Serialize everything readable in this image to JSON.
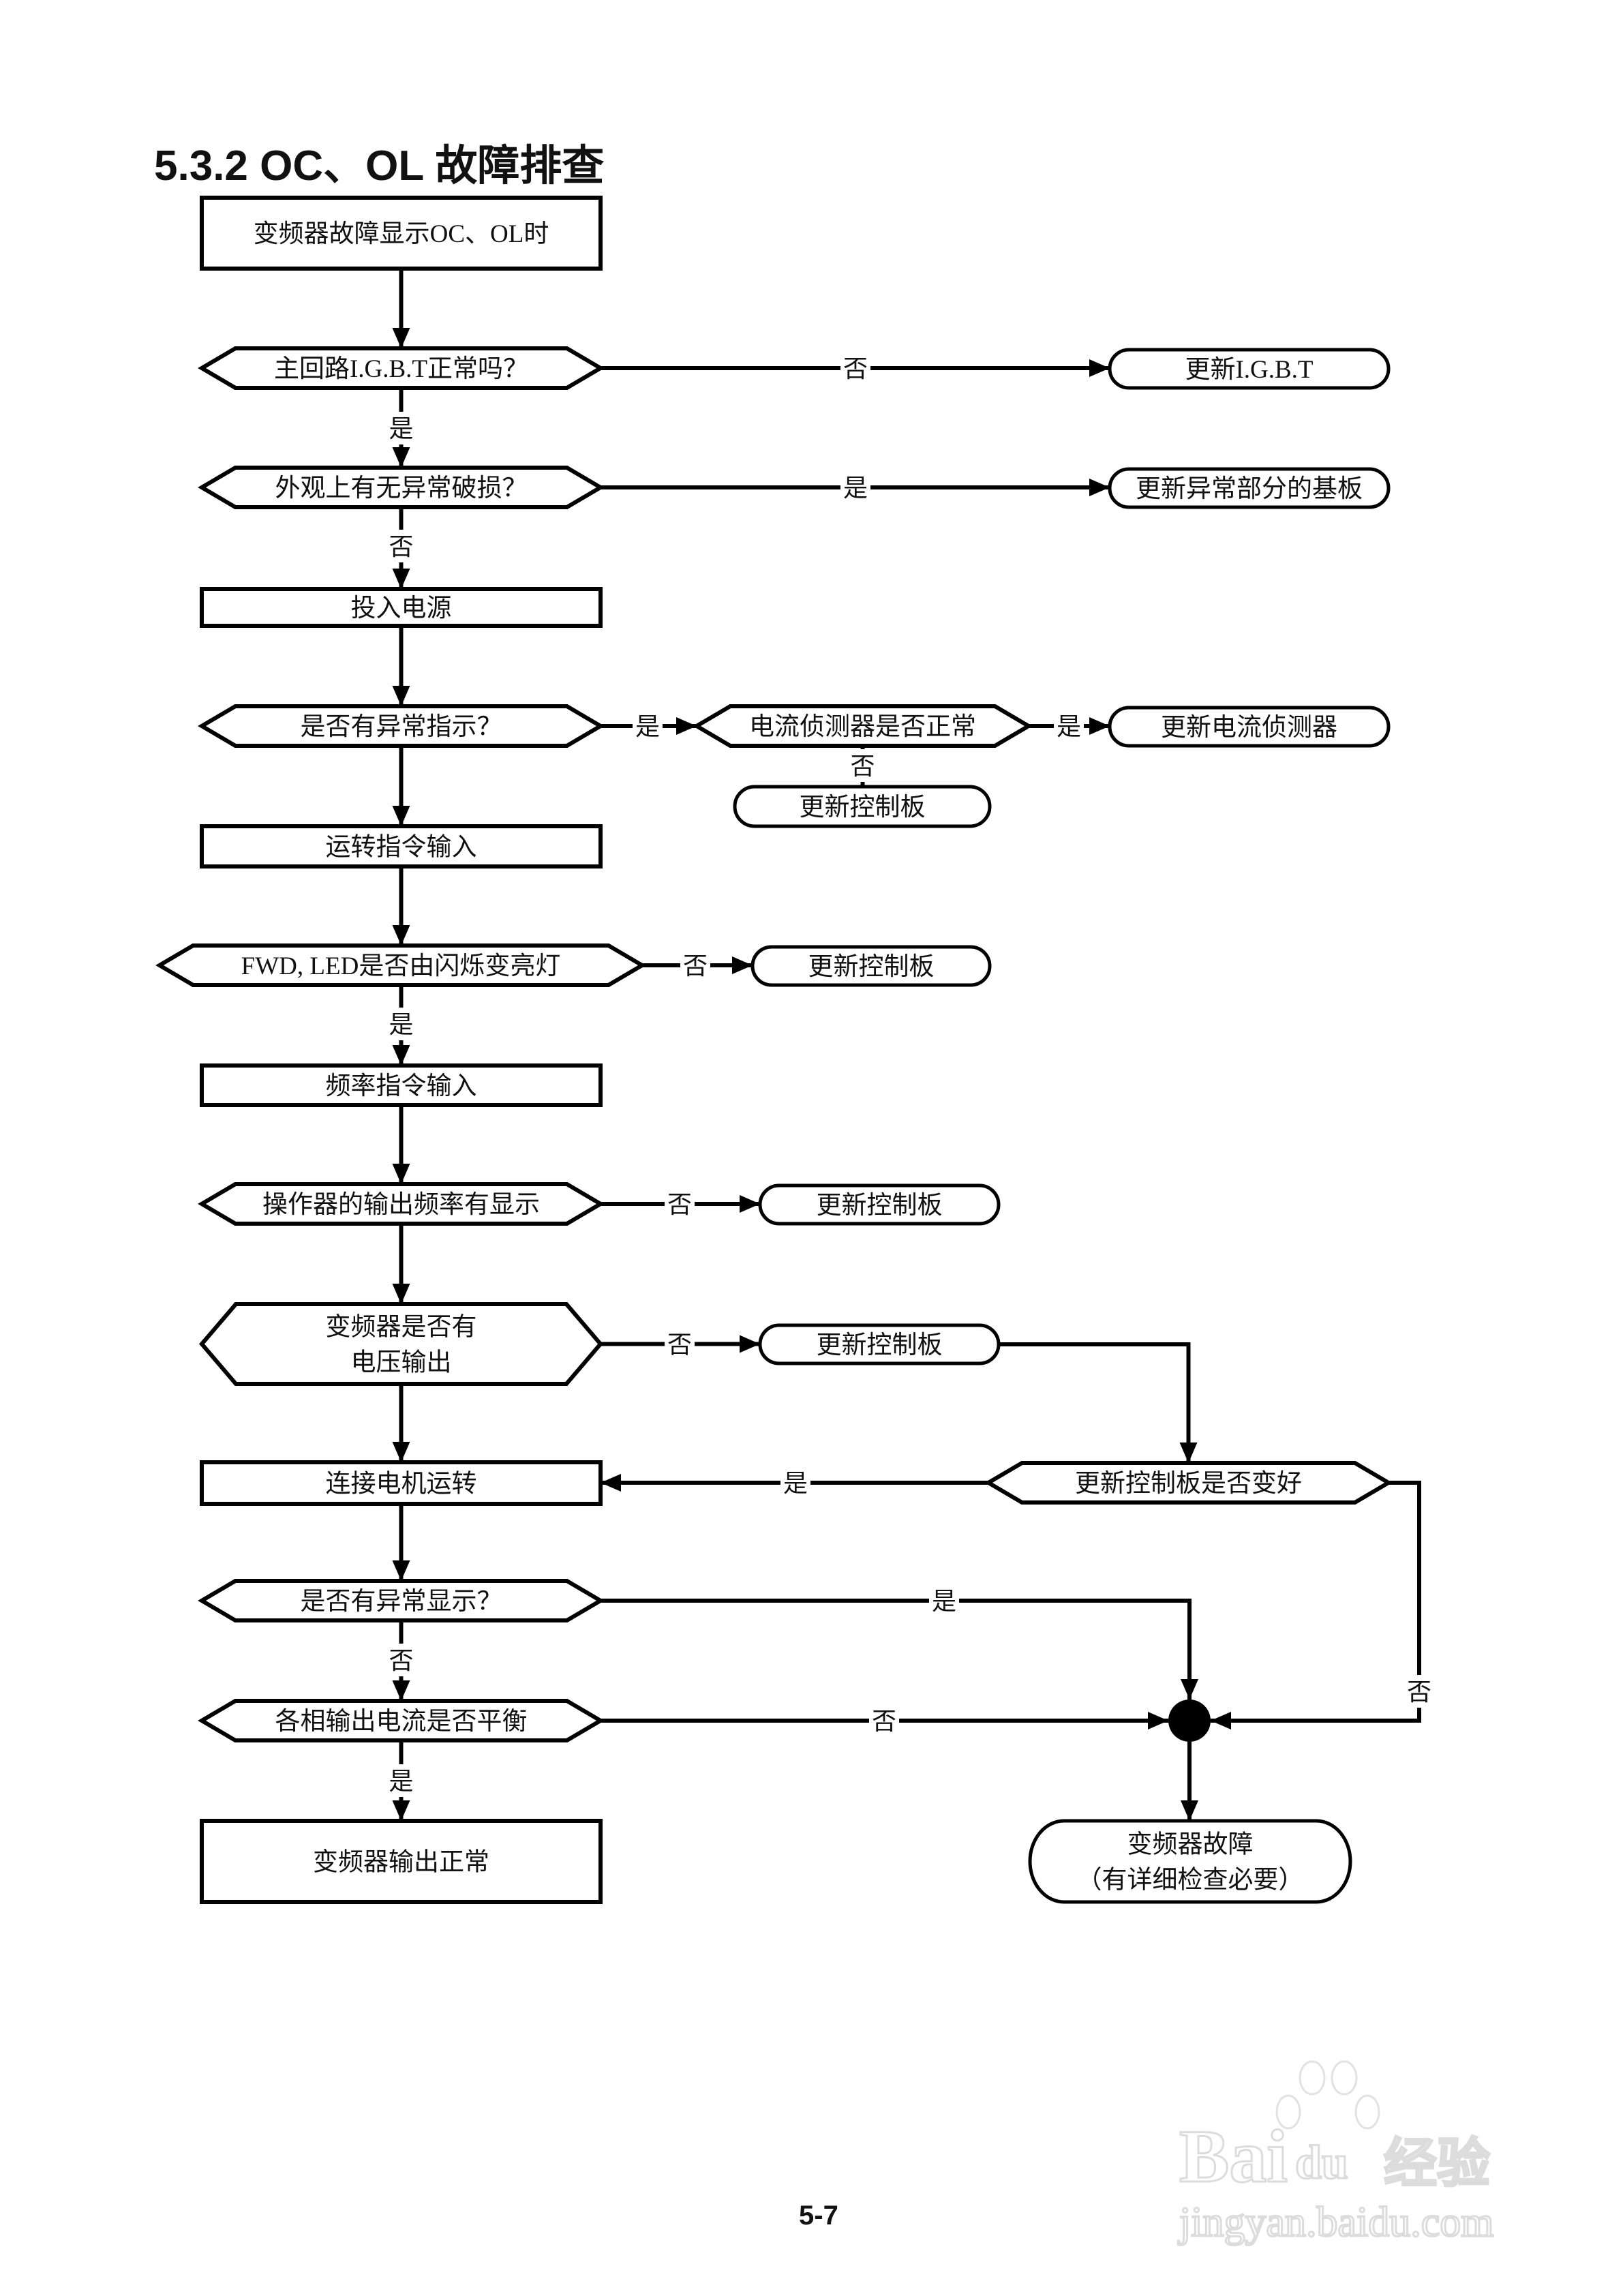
{
  "page": {
    "title": "5.3.2 OC、OL 故障排查",
    "page_number": "5-7",
    "watermark": {
      "brand": "Bai du 经验",
      "brand_bai": "Bai",
      "brand_du": "du",
      "brand_cn": "经验",
      "url": "jingyan.baidu.com"
    }
  },
  "colors": {
    "ink": "#000000",
    "background": "#ffffff",
    "watermark": "#e6e6e6"
  },
  "flowchart": {
    "nodes": {
      "start": {
        "type": "process",
        "lines": [
          "变频器故障显示OC、OL时"
        ]
      },
      "d_igbt": {
        "type": "decision",
        "lines": [
          "主回路I.G.B.T正常吗？"
        ]
      },
      "t_igbt": {
        "type": "terminal",
        "lines": [
          "更新I.G.B.T"
        ]
      },
      "d_damage": {
        "type": "decision",
        "lines": [
          "外观上有无异常破损？"
        ]
      },
      "t_board": {
        "type": "terminal",
        "lines": [
          "更新异常部分的基板"
        ]
      },
      "p_power": {
        "type": "process",
        "lines": [
          "投入电源"
        ]
      },
      "d_indicator": {
        "type": "decision",
        "lines": [
          "是否有异常指示？"
        ]
      },
      "d_sensor": {
        "type": "decision",
        "lines": [
          "电流侦测器是否正常"
        ]
      },
      "t_sensor": {
        "type": "terminal",
        "lines": [
          "更新电流侦测器"
        ]
      },
      "t_ctrl1": {
        "type": "terminal",
        "lines": [
          "更新控制板"
        ]
      },
      "p_run": {
        "type": "process",
        "lines": [
          "运转指令输入"
        ]
      },
      "d_fwd": {
        "type": "decision",
        "lines": [
          "FWD, LED是否由闪烁变亮灯"
        ]
      },
      "t_ctrl2": {
        "type": "terminal",
        "lines": [
          "更新控制板"
        ]
      },
      "p_freq": {
        "type": "process",
        "lines": [
          "频率指令输入"
        ]
      },
      "d_display": {
        "type": "decision",
        "lines": [
          "操作器的输出频率有显示"
        ]
      },
      "t_ctrl3": {
        "type": "terminal",
        "lines": [
          "更新控制板"
        ]
      },
      "d_voltage": {
        "type": "decision",
        "lines": [
          "变频器是否有",
          "电压输出"
        ]
      },
      "t_ctrl4": {
        "type": "terminal",
        "lines": [
          "更新控制板"
        ]
      },
      "p_motor": {
        "type": "process",
        "lines": [
          "连接电机运转"
        ]
      },
      "d_better": {
        "type": "decision",
        "lines": [
          "更新控制板是否变好"
        ]
      },
      "d_abnormal": {
        "type": "decision",
        "lines": [
          "是否有异常显示？"
        ]
      },
      "d_balance": {
        "type": "decision",
        "lines": [
          "各相输出电流是否平衡"
        ]
      },
      "junction": {
        "type": "junction",
        "lines": []
      },
      "p_ok": {
        "type": "process",
        "lines": [
          "变频器输出正常"
        ]
      },
      "t_fault": {
        "type": "terminal",
        "lines": [
          "变频器故障",
          "（有详细检查必要）"
        ]
      }
    },
    "edges": [
      {
        "from": "start",
        "to": "d_igbt",
        "label": ""
      },
      {
        "from": "d_igbt",
        "to": "t_igbt",
        "label": "否"
      },
      {
        "from": "d_igbt",
        "to": "d_damage",
        "label": "是"
      },
      {
        "from": "d_damage",
        "to": "t_board",
        "label": "是"
      },
      {
        "from": "d_damage",
        "to": "p_power",
        "label": "否"
      },
      {
        "from": "p_power",
        "to": "d_indicator",
        "label": ""
      },
      {
        "from": "d_indicator",
        "to": "d_sensor",
        "label": "是"
      },
      {
        "from": "d_sensor",
        "to": "t_sensor",
        "label": "是"
      },
      {
        "from": "d_sensor",
        "to": "t_ctrl1",
        "label": "否"
      },
      {
        "from": "d_indicator",
        "to": "p_run",
        "label": ""
      },
      {
        "from": "p_run",
        "to": "d_fwd",
        "label": ""
      },
      {
        "from": "d_fwd",
        "to": "t_ctrl2",
        "label": "否"
      },
      {
        "from": "d_fwd",
        "to": "p_freq",
        "label": "是"
      },
      {
        "from": "p_freq",
        "to": "d_display",
        "label": ""
      },
      {
        "from": "d_display",
        "to": "t_ctrl3",
        "label": "否"
      },
      {
        "from": "d_display",
        "to": "d_voltage",
        "label": ""
      },
      {
        "from": "d_voltage",
        "to": "t_ctrl4",
        "label": "否"
      },
      {
        "from": "t_ctrl4",
        "to": "d_better",
        "label": ""
      },
      {
        "from": "d_better",
        "to": "p_motor",
        "label": "是"
      },
      {
        "from": "d_better",
        "to": "junction",
        "label": "否"
      },
      {
        "from": "d_voltage",
        "to": "p_motor",
        "label": ""
      },
      {
        "from": "p_motor",
        "to": "d_abnormal",
        "label": ""
      },
      {
        "from": "d_abnormal",
        "to": "junction",
        "label": "是"
      },
      {
        "from": "d_abnormal",
        "to": "d_balance",
        "label": "否"
      },
      {
        "from": "d_balance",
        "to": "junction",
        "label": "否"
      },
      {
        "from": "d_balance",
        "to": "p_ok",
        "label": "是"
      },
      {
        "from": "junction",
        "to": "t_fault",
        "label": ""
      }
    ]
  }
}
